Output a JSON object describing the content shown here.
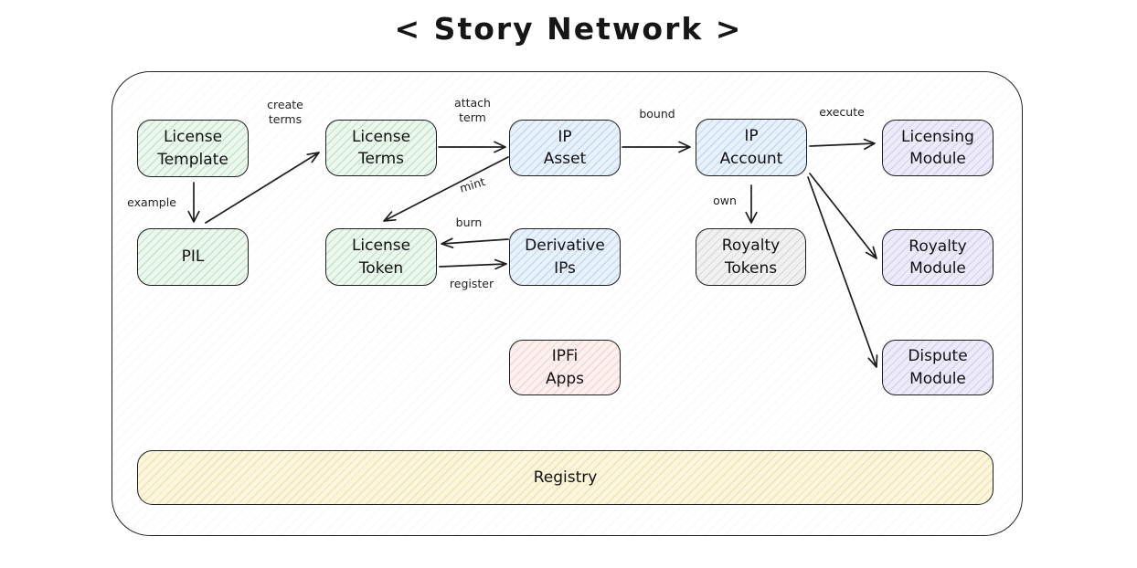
{
  "title": "< Story Network >",
  "nodes": {
    "license_template": {
      "label": "License\nTemplate",
      "color": "green"
    },
    "license_terms": {
      "label": "License\nTerms",
      "color": "green"
    },
    "ip_asset": {
      "label": "IP\nAsset",
      "color": "blue"
    },
    "ip_account": {
      "label": "IP\nAccount",
      "color": "blue"
    },
    "licensing_module": {
      "label": "Licensing\nModule",
      "color": "purple"
    },
    "pil": {
      "label": "PIL",
      "color": "green"
    },
    "license_token": {
      "label": "License\nToken",
      "color": "green"
    },
    "derivative_ips": {
      "label": "Derivative\nIPs",
      "color": "blue"
    },
    "royalty_tokens": {
      "label": "Royalty\nTokens",
      "color": "gray"
    },
    "royalty_module": {
      "label": "Royalty\nModule",
      "color": "purple"
    },
    "ipfi_apps": {
      "label": "IPFi\nApps",
      "color": "red"
    },
    "dispute_module": {
      "label": "Dispute\nModule",
      "color": "purple"
    },
    "registry": {
      "label": "Registry",
      "color": "yellow"
    }
  },
  "edge_labels": {
    "create_terms": "create\nterms",
    "attach_term": "attach\nterm",
    "bound": "bound",
    "execute": "execute",
    "example": "example",
    "mint": "mint",
    "burn": "burn",
    "register": "register",
    "own": "own"
  },
  "colors": {
    "stroke": "#1e1e1e",
    "green": "#ecf7ee",
    "blue": "#e9f1fb",
    "purple": "#eeebf9",
    "red": "#fdf1f0",
    "yellow": "#fbf6dd",
    "gray": "#f1f1f1"
  }
}
